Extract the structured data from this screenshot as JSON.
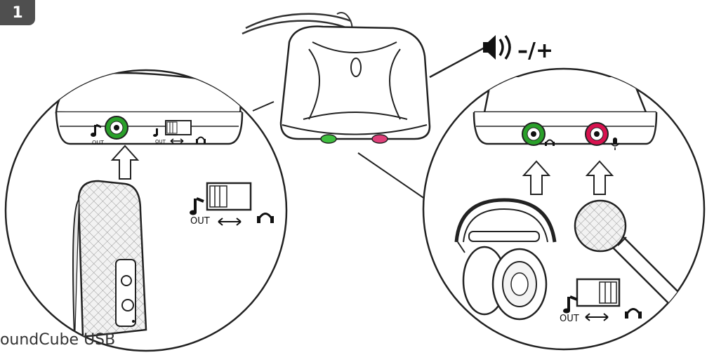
{
  "step_number": "1",
  "product_name": "SoundCube USB",
  "volume_control": {
    "icon": "speaker-volume-icon",
    "label": "–/+"
  },
  "left_panel": {
    "music_out_label": "OUT",
    "switch_music_label": "OUT",
    "switch_large_label": "OUT",
    "jack_color": "#2aa02a"
  },
  "right_panel": {
    "headphone_jack_color": "#2aa02a",
    "microphone_jack_color": "#d8124f",
    "switch_label": "OUT"
  },
  "colors": {
    "green_jack": "#2aa02a",
    "pink_jack": "#d8124f",
    "step_tab": "#4f4f4f"
  }
}
